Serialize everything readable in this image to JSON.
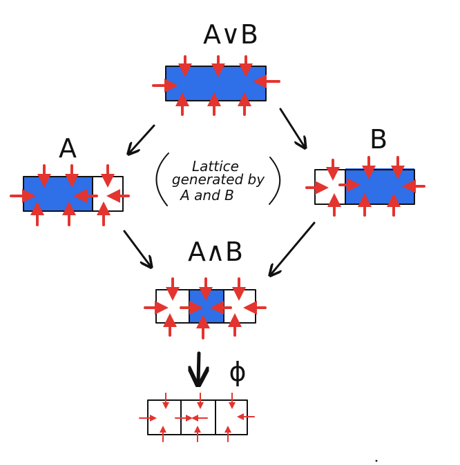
{
  "labels": {
    "join": "A∨B",
    "a": "A",
    "b": "B",
    "meet": "A∧B",
    "empty": "ϕ"
  },
  "note": {
    "line1": "Lattice",
    "line2": "generated by",
    "line3": "A and B"
  },
  "colors": {
    "ink": "#111111",
    "fill": "#2f6fe8",
    "arrow": "#e3342f",
    "background": "#ffffff"
  }
}
